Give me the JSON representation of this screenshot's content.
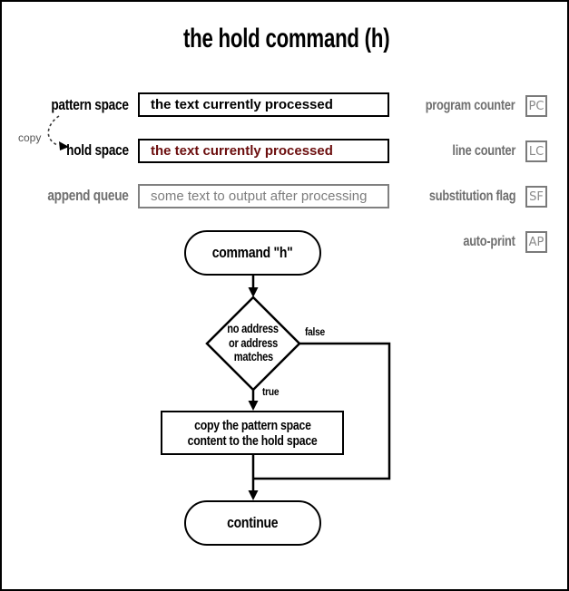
{
  "title": "the hold command (h)",
  "colors": {
    "black": "#000000",
    "gray_label": "#6f6f6f",
    "gray_border": "#808080",
    "gray_value_text": "#7d7d7d",
    "dark_red_value_text": "#6b0d0d"
  },
  "registers": {
    "copy_label": "copy",
    "rows": [
      {
        "label": "pattern space",
        "value": "the text currently processed"
      },
      {
        "label": "hold space",
        "value": "the text currently processed"
      },
      {
        "label": "append queue",
        "value": "some text to output after processing"
      }
    ]
  },
  "indicators": [
    {
      "label": "program counter",
      "abbr": "PC"
    },
    {
      "label": "line counter",
      "abbr": "LC"
    },
    {
      "label": "substitution flag",
      "abbr": "SF"
    },
    {
      "label": "auto-print",
      "abbr": "AP"
    }
  ],
  "flowchart": {
    "start_label": "command \"h\"",
    "decision_line1": "no address",
    "decision_line2": "or address",
    "decision_line3": "matches",
    "false_label": "false",
    "true_label": "true",
    "action_line1": "copy the pattern space",
    "action_line2": "content to the hold space",
    "end_label": "continue"
  }
}
